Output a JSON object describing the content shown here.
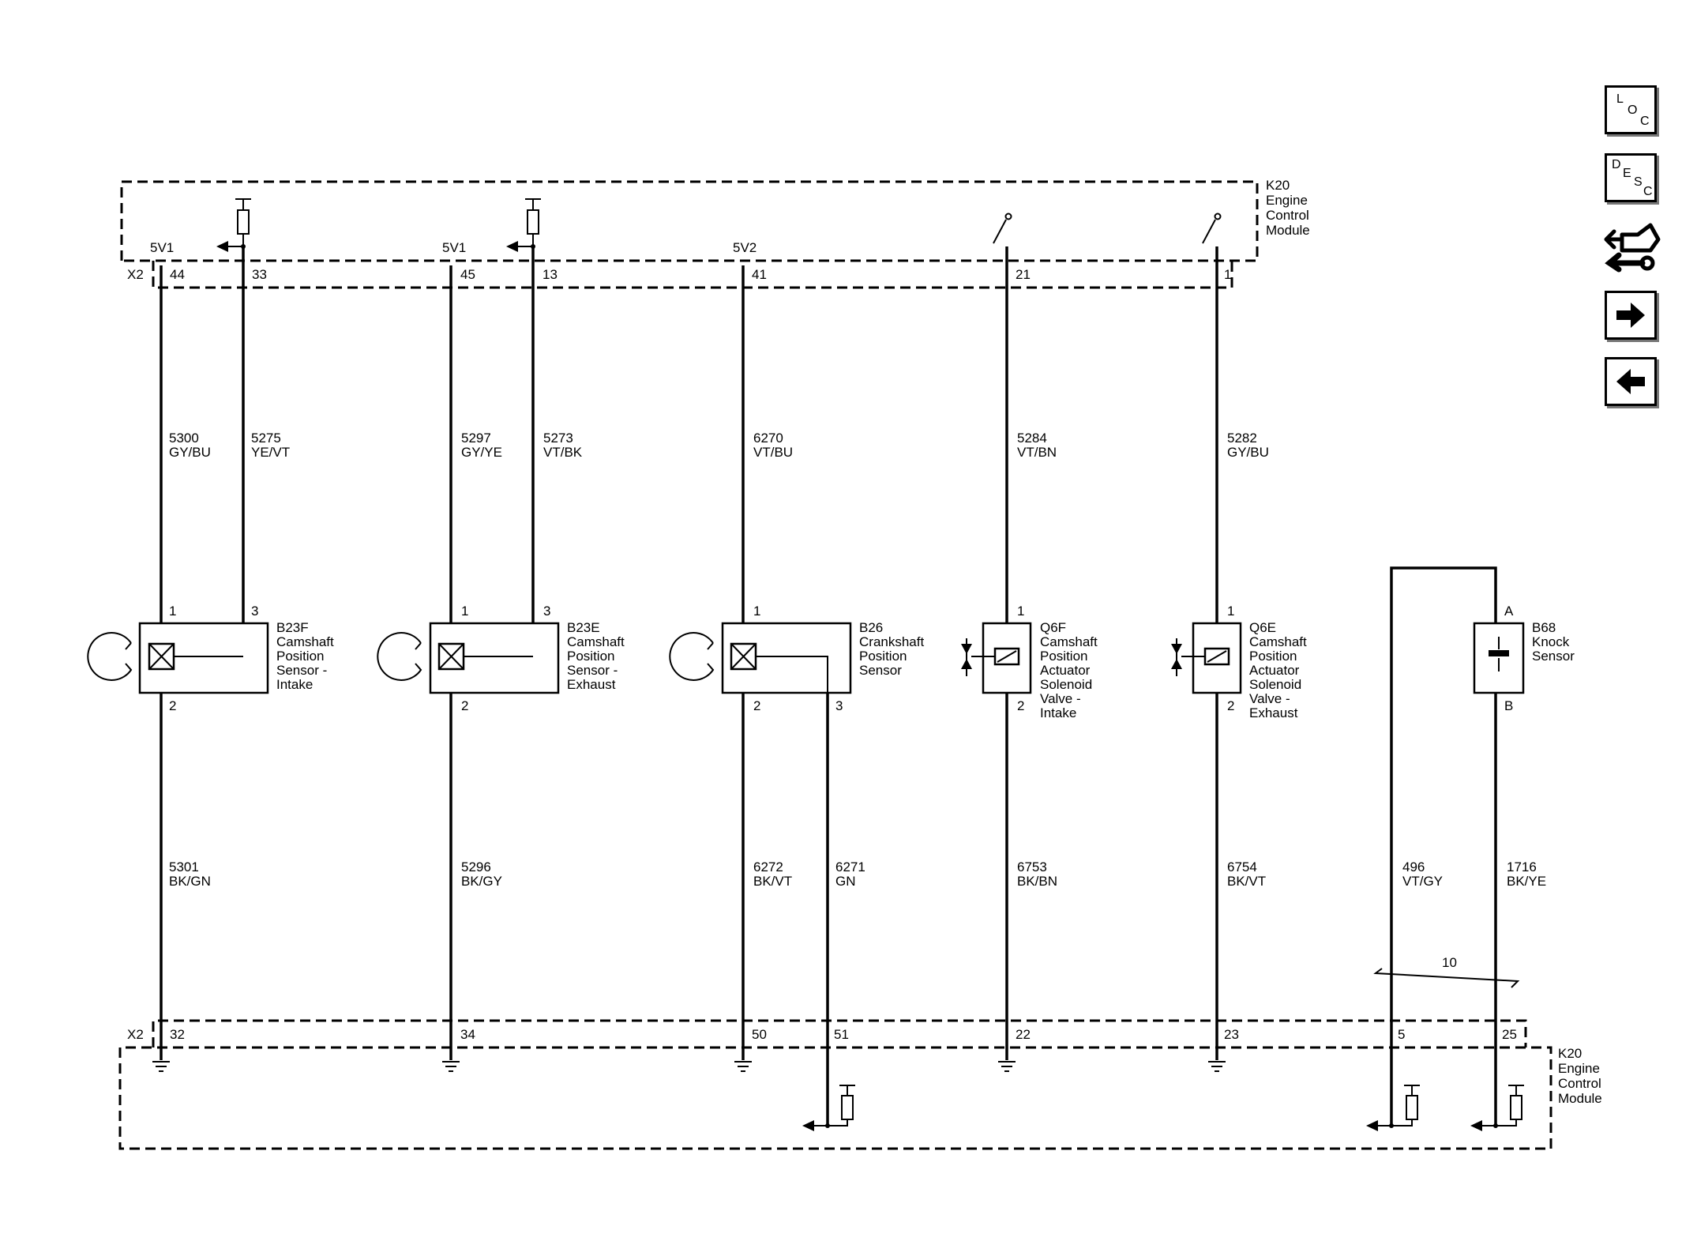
{
  "module": {
    "name_lines": [
      "K20",
      "Engine",
      "Control",
      "Module"
    ]
  },
  "connectors": {
    "top": "X2",
    "bottom": "X2"
  },
  "supplies": [
    "5V1",
    "5V1",
    "5V2"
  ],
  "top_pins": [
    "44",
    "33",
    "45",
    "13",
    "41",
    "21",
    "1"
  ],
  "bottom_pins": [
    "32",
    "34",
    "50",
    "51",
    "22",
    "23",
    "5",
    "25"
  ],
  "wires_upper": [
    [
      "5300",
      "GY/BU"
    ],
    [
      "5275",
      "YE/VT"
    ],
    [
      "5297",
      "GY/YE"
    ],
    [
      "5273",
      "VT/BK"
    ],
    [
      "6270",
      "VT/BU"
    ],
    [
      "5284",
      "VT/BN"
    ],
    [
      "5282",
      "GY/BU"
    ]
  ],
  "wires_lower": [
    [
      "5301",
      "BK/GN"
    ],
    [
      "5296",
      "BK/GY"
    ],
    [
      "6272",
      "BK/VT"
    ],
    [
      "6271",
      "GN"
    ],
    [
      "6753",
      "BK/BN"
    ],
    [
      "6754",
      "BK/VT"
    ],
    [
      "496",
      "VT/GY"
    ],
    [
      "1716",
      "BK/YE"
    ]
  ],
  "components": [
    {
      "id": "b23f",
      "lines": [
        "B23F",
        "Camshaft",
        "Position",
        "Sensor -",
        "Intake"
      ],
      "pins": [
        "1",
        "3",
        "2"
      ]
    },
    {
      "id": "b23e",
      "lines": [
        "B23E",
        "Camshaft",
        "Position",
        "Sensor -",
        "Exhaust"
      ],
      "pins": [
        "1",
        "3",
        "2"
      ]
    },
    {
      "id": "b26",
      "lines": [
        "B26",
        "Crankshaft",
        "Position",
        "Sensor"
      ],
      "pins": [
        "1",
        "2",
        "3"
      ]
    },
    {
      "id": "q6f",
      "lines": [
        "Q6F",
        "Camshaft",
        "Position",
        "Actuator",
        "Solenoid",
        "Valve -",
        "Intake"
      ],
      "pins": [
        "1",
        "2"
      ]
    },
    {
      "id": "q6e",
      "lines": [
        "Q6E",
        "Camshaft",
        "Position",
        "Actuator",
        "Solenoid",
        "Valve -",
        "Exhaust"
      ],
      "pins": [
        "1",
        "2"
      ]
    },
    {
      "id": "b68",
      "lines": [
        "B68",
        "Knock",
        "Sensor"
      ],
      "pins": [
        "A",
        "B"
      ]
    }
  ],
  "twist_label": "10",
  "nav": {
    "loc": [
      "L",
      "O",
      "C"
    ],
    "desc": [
      "D",
      "E",
      "S",
      "C"
    ],
    "icons": [
      "connector-tool-icon",
      "arrow-right-icon",
      "arrow-left-icon"
    ]
  }
}
